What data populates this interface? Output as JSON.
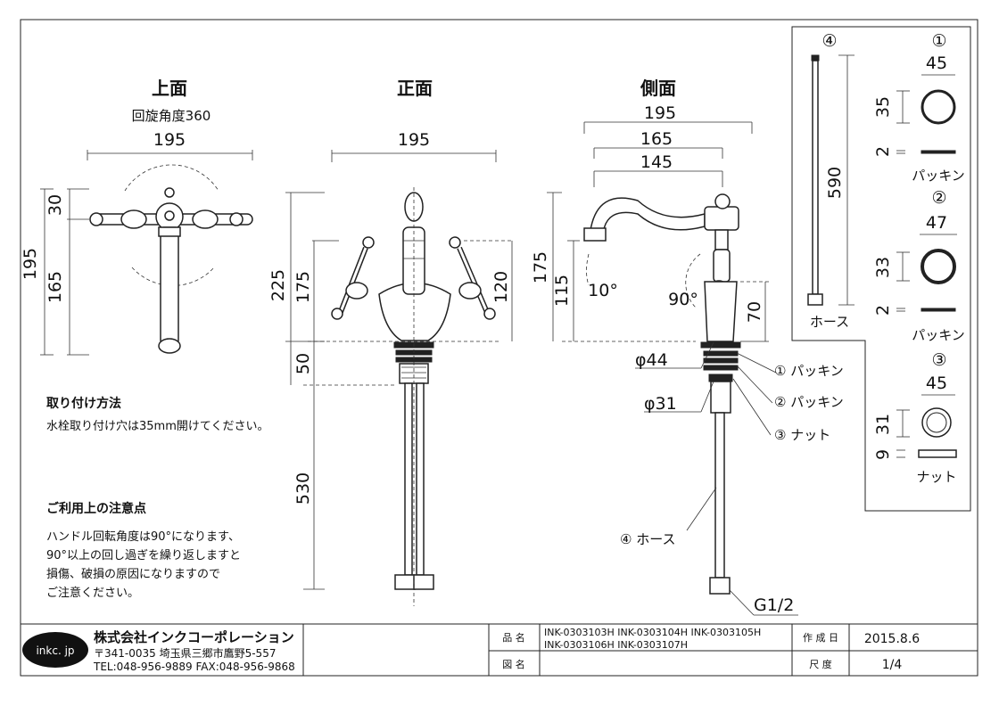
{
  "views": {
    "top": "上面",
    "front": "正面",
    "side": "側面",
    "rotation": "回旋角度360"
  },
  "dims": {
    "top_width": "195",
    "top_height": "195",
    "top_30": "30",
    "top_165": "165",
    "front_width": "195",
    "front_225": "225",
    "front_175": "175",
    "front_120": "120",
    "front_50": "50",
    "front_530": "530",
    "side_195": "195",
    "side_165": "165",
    "side_145": "145",
    "side_175": "175",
    "side_115": "115",
    "side_70": "70",
    "angle_10": "10°",
    "angle_90": "90°",
    "phi44": "φ44",
    "phi31": "φ31",
    "g12": "G1/2"
  },
  "callouts": {
    "c1": "① パッキン",
    "c2": "② パッキン",
    "c3": "③ ナット",
    "c4": "④ ホース"
  },
  "parts": {
    "p4_num": "④",
    "p4_len": "590",
    "p4_label": "ホース",
    "p1_num": "①",
    "p1_w": "45",
    "p1_h": "35",
    "p1_t": "2",
    "p1_label": "パッキン",
    "p2_num": "②",
    "p2_w": "47",
    "p2_h": "33",
    "p2_t": "2",
    "p2_label": "パッキン",
    "p3_num": "③",
    "p3_w": "45",
    "p3_h": "31",
    "p3_t": "9",
    "p3_label": "ナット"
  },
  "notes": {
    "install_title": "取り付け方法",
    "install_text": "水栓取り付け穴は35mm開けてください。",
    "caution_title": "ご利用上の注意点",
    "caution_lines": [
      "ハンドル回転角度は90°になります、",
      "90°以上の回し過ぎを繰り返しますと",
      "損傷、破損の原因になりますので",
      "ご注意ください。"
    ]
  },
  "titleblock": {
    "logo": "inkc. jp",
    "company": "株式会社インクコーポレーション",
    "address": "〒341-0035 埼玉県三郷市鷹野5-557",
    "tel": "TEL:048-956-9889 FAX:048-956-9868",
    "product_label": "品 名",
    "product_line1": "INK-0303103H INK-0303104H INK-0303105H",
    "product_line2": "INK-0303106H INK-0303107H",
    "drawing_label": "図 名",
    "date_label": "作 成 日",
    "date": "2015.8.6",
    "scale_label": "尺 度",
    "scale": "1/4"
  }
}
